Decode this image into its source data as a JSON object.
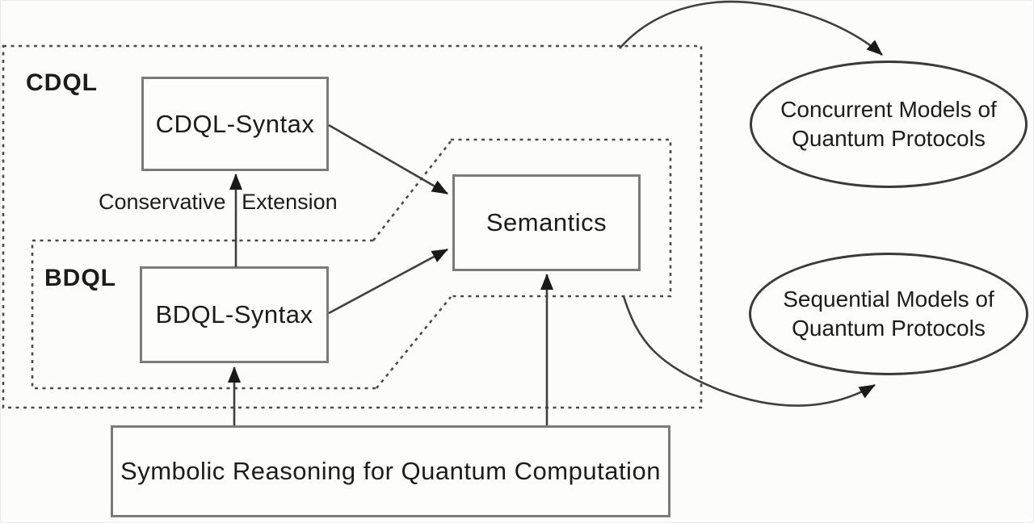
{
  "regions": {
    "cdql_label": "CDQL",
    "bdql_label": "BDQL"
  },
  "nodes": {
    "cdql_syntax": "CDQL-Syntax",
    "bdql_syntax": "BDQL-Syntax",
    "semantics": "Semantics",
    "symbolic_reasoning": "Symbolic Reasoning for Quantum Computation",
    "concurrent_models": {
      "line1": "Concurrent Models of",
      "line2": "Quantum Protocols"
    },
    "sequential_models": {
      "line1": "Sequential Models of",
      "line2": "Quantum Protocols"
    }
  },
  "edges": {
    "conservative_extension_label": "Conservative Extension"
  },
  "colors": {
    "background": "#fcfcfb",
    "line": "#3f3f3f",
    "dashed_line": "#4a4a4a",
    "box_border": "#7b7b7b",
    "ellipse_border": "#3a3a3a",
    "text": "#1c1c1c"
  }
}
